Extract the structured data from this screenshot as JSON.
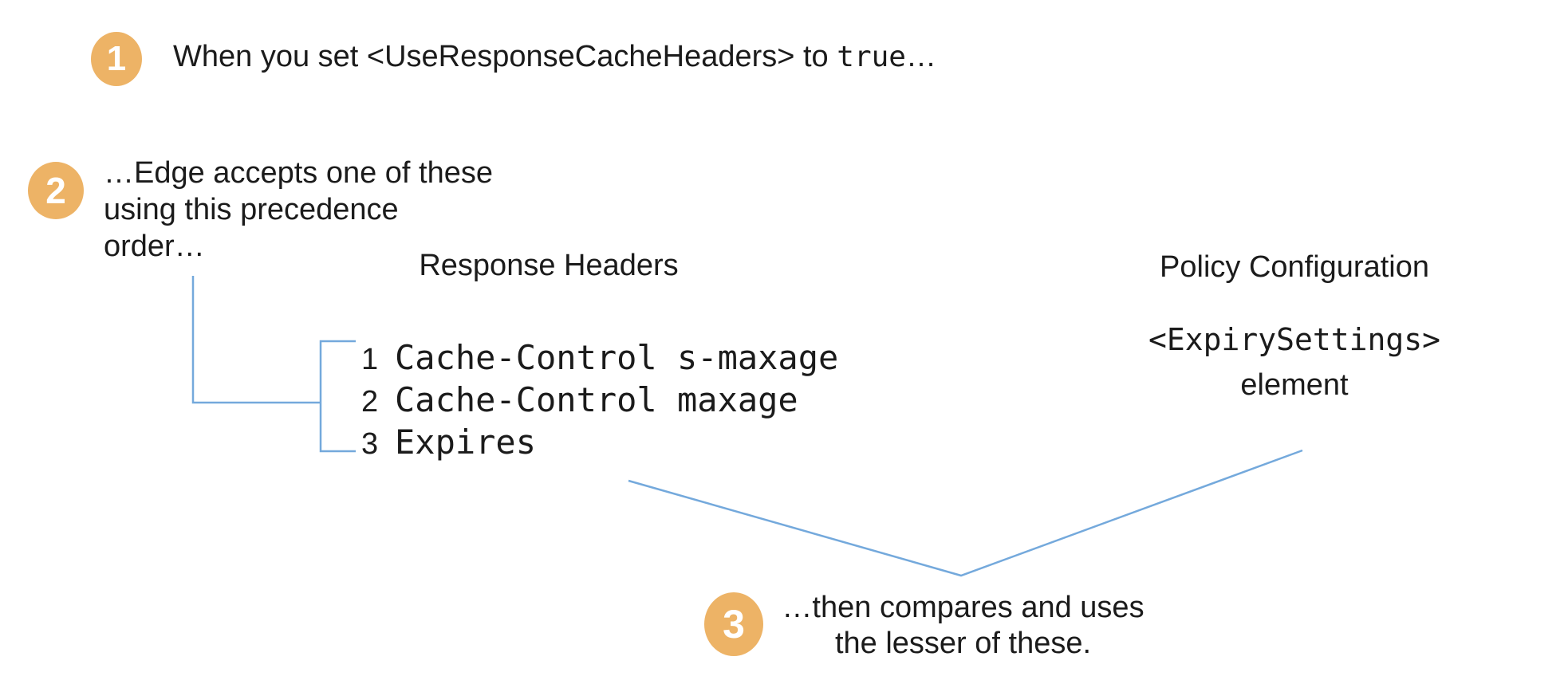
{
  "colors": {
    "accent_orange": "#EDB366",
    "accent_blue": "#74A9DC",
    "text": "#1B1B1B",
    "background": "#FFFFFF"
  },
  "steps": [
    {
      "number": "1",
      "prefix": "When you set <UseResponseCacheHeaders> to ",
      "code": "true",
      "suffix": "…"
    },
    {
      "number": "2",
      "line1": "…Edge accepts one of these",
      "line2": "using this precedence",
      "line3": "order…"
    },
    {
      "number": "3",
      "line1": "…then compares and uses",
      "line2": "the lesser of these."
    }
  ],
  "response_headers": {
    "title": "Response Headers",
    "items": [
      {
        "rank": "1",
        "name": "Cache-Control s-maxage"
      },
      {
        "rank": "2",
        "name": "Cache-Control maxage"
      },
      {
        "rank": "3",
        "name": "Expires"
      }
    ]
  },
  "policy_configuration": {
    "title": "Policy Configuration",
    "code": "<ExpirySettings>",
    "label": "element"
  }
}
